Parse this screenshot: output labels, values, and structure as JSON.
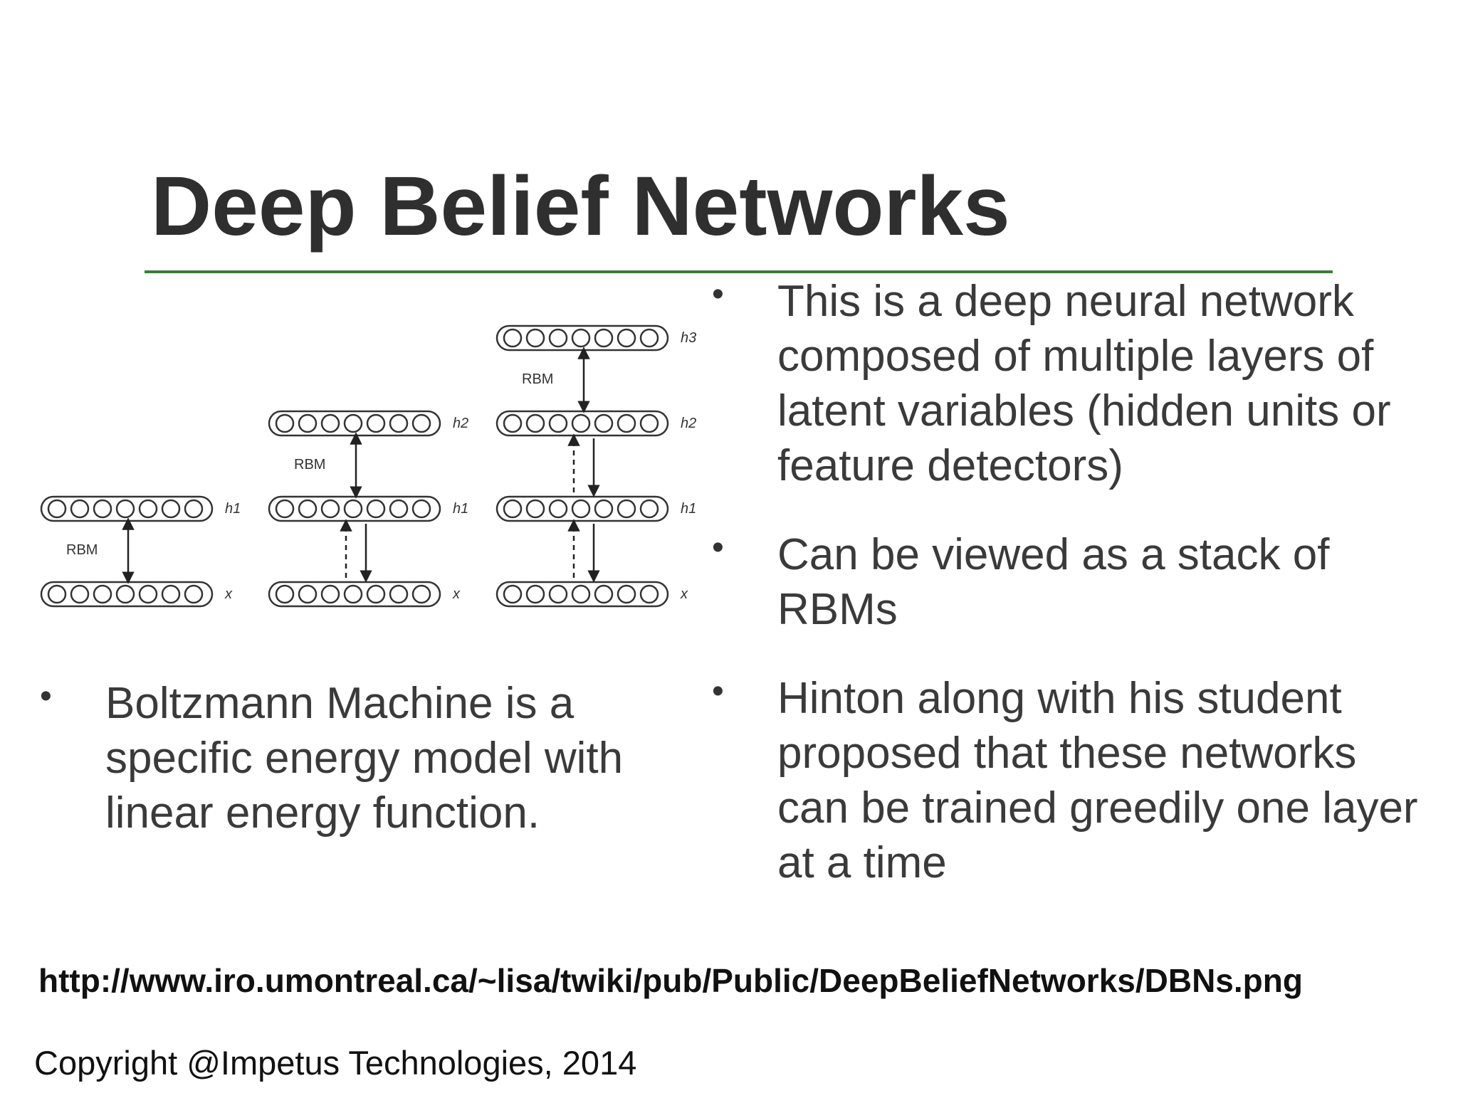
{
  "slide": {
    "title": "Deep Belief Networks",
    "accent_color": "#3e7a3e",
    "right_bullets": [
      "This is a deep neural network composed of multiple layers of latent variables (hidden units or feature detectors)",
      "Can be viewed as a stack of RBMs",
      "Hinton along with his student proposed that these networks can be trained greedily one layer at a time"
    ],
    "left_bullets": [
      "Boltzmann Machine is a specific energy model with linear energy function."
    ],
    "source_url": "http://www.iro.umontreal.ca/~lisa/twiki/pub/Public/DeepBeliefNetworks/DBNs.png",
    "copyright": "Copyright @Impetus Technologies, 2014"
  },
  "diagram": {
    "rbm_label": "RBM",
    "layer_labels": {
      "x": "x",
      "h1": "h1",
      "h2": "h2",
      "h3": "h3"
    }
  }
}
